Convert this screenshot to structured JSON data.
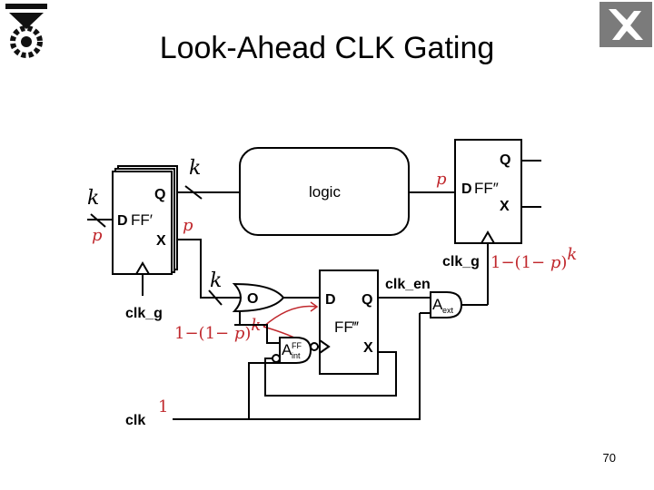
{
  "slide": {
    "title": "Look-Ahead CLK Gating",
    "page_number": "70"
  },
  "diagram": {
    "ff_prime": {
      "d": "D",
      "name": "FF′",
      "q": "Q",
      "x": "X"
    },
    "ff_double": {
      "d": "D",
      "name": "FF″",
      "q": "Q",
      "x": "X"
    },
    "ff_triple": {
      "d": "D",
      "name": "FF‴",
      "q": "Q",
      "x": "X"
    },
    "logic_label": "logic",
    "or_gate_label": "O",
    "a_ext": {
      "main": "A",
      "sub": "ext"
    },
    "a_int": {
      "main": "A",
      "sub": "int",
      "sup": "FF"
    },
    "signals": {
      "clk_g_left": "clk_g",
      "clk_g_right": "clk_g",
      "clk_en": "clk_en",
      "clk": "clk"
    },
    "math_labels": {
      "k": "k",
      "p": "p",
      "one": "1",
      "prob_one_minus": "1−",
      "prob_paren_open": "(1− ",
      "prob_p": "p",
      "prob_paren_close": ")",
      "prob_exp": "k"
    }
  },
  "colors": {
    "annotation_red": "#c0282d",
    "wire": "#000000"
  },
  "icons": {
    "left_logo": "technion-emblem-icon",
    "right_logo": "faculty-logo-icon"
  }
}
